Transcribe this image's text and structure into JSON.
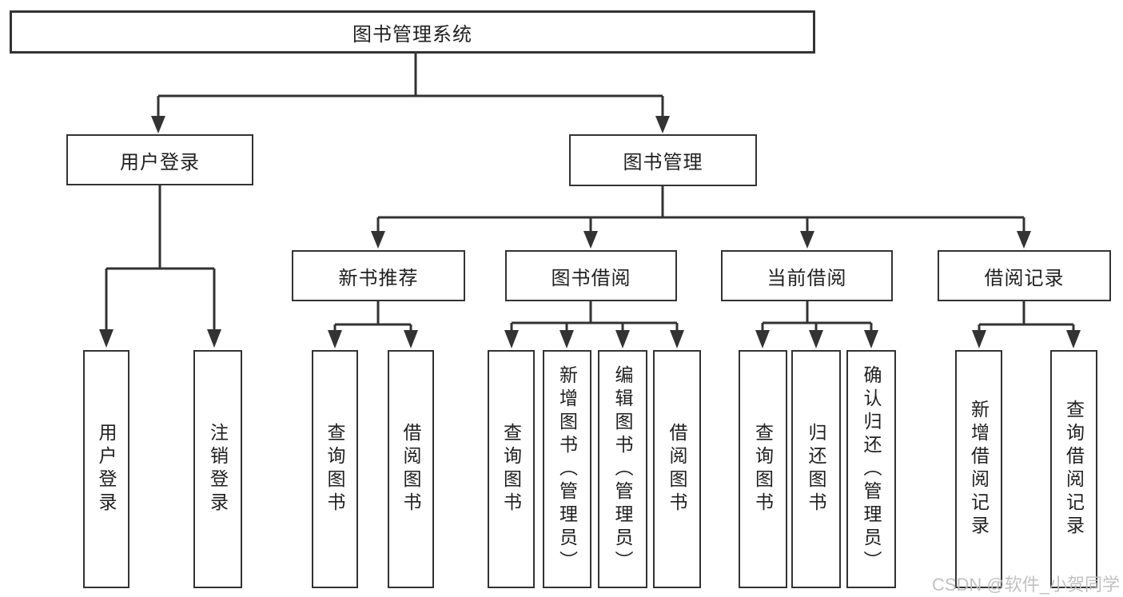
{
  "diagram": {
    "root": {
      "label": "图书管理系统"
    },
    "branches": [
      {
        "label": "用户登录",
        "children": [
          {
            "label": "用户登录"
          },
          {
            "label": "注销登录"
          }
        ]
      },
      {
        "label": "图书管理",
        "children": [
          {
            "label": "新书推荐",
            "children": [
              {
                "label": "查询图书"
              },
              {
                "label": "借阅图书"
              }
            ]
          },
          {
            "label": "图书借阅",
            "children": [
              {
                "label": "查询图书"
              },
              {
                "label": "新增图书（管理员）"
              },
              {
                "label": "编辑图书（管理员）"
              },
              {
                "label": "借阅图书"
              }
            ]
          },
          {
            "label": "当前借阅",
            "children": [
              {
                "label": "查询图书"
              },
              {
                "label": "归还图书"
              },
              {
                "label": "确认归还（管理员）"
              }
            ]
          },
          {
            "label": "借阅记录",
            "children": [
              {
                "label": "新增借阅记录"
              },
              {
                "label": "查询借阅记录"
              }
            ]
          }
        ]
      }
    ]
  },
  "watermark": {
    "text": "CSDN @软件_小贺同学"
  },
  "colors": {
    "line": "#333333",
    "box_border": "#333333",
    "box_fill": "#ffffff",
    "text": "#1f1f1f",
    "watermark": "#bebebe",
    "background": "#ffffff"
  }
}
